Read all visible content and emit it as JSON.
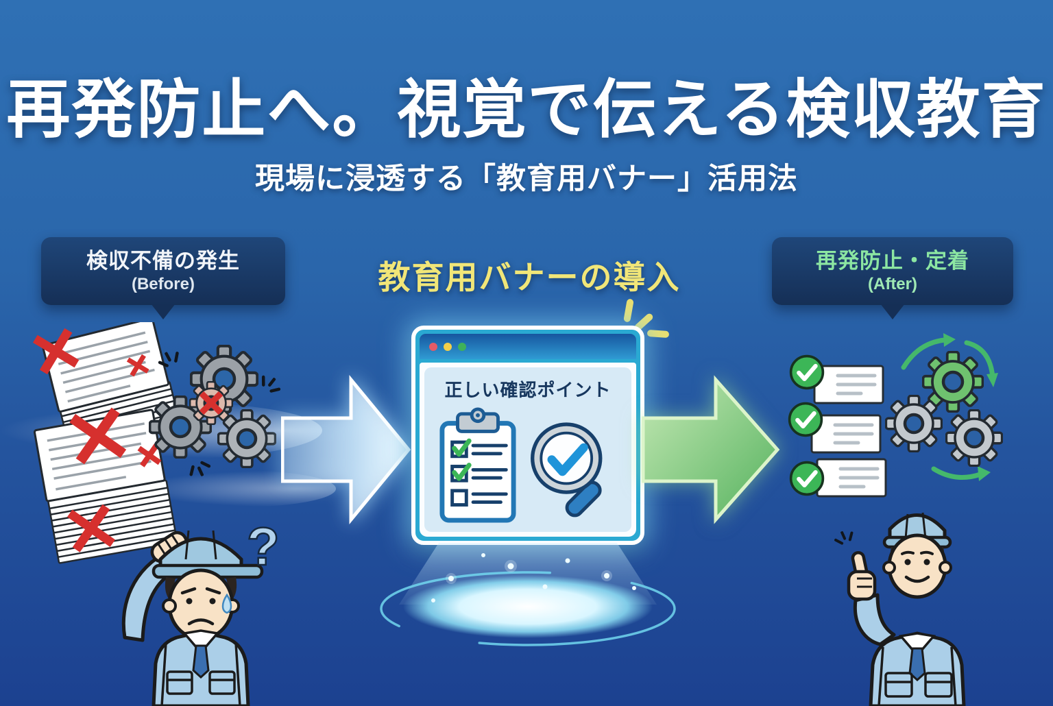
{
  "title": "再発防止へ。視覚で伝える検収教育",
  "subtitle": "現場に浸透する「教育用バナー」活用法",
  "stages": {
    "before": {
      "label": "検収不備の発生",
      "tag": "(Before)"
    },
    "intro": {
      "label": "教育用バナーの導入"
    },
    "after": {
      "label": "再発防止・定着",
      "tag": "(After)"
    }
  },
  "browser": {
    "heading": "正しい確認ポイント"
  },
  "misc": {
    "question_mark": "?"
  },
  "colors": {
    "background_top": "#2f70b4",
    "background_bottom": "#1c4190",
    "bubble_background": "#152f56",
    "accent_yellow": "#f1e678",
    "after_green": "#8ce6a2",
    "error_red": "#d6302e",
    "success_green": "#3cb657",
    "browser_frame_cyan": "#2aa9d2",
    "browser_titlebar_blue": "#17569f",
    "traffic_dot_red": "#e45b67",
    "traffic_dot_yellow": "#f2cf49",
    "traffic_dot_green": "#3fb15a",
    "arrow_left_white": "#ffffff",
    "arrow_right_green": "#55b25e",
    "gear_gray": "#9ba1a7",
    "gear_green": "#6fc26f",
    "worker_uniform_blue": "#abcfe8"
  }
}
